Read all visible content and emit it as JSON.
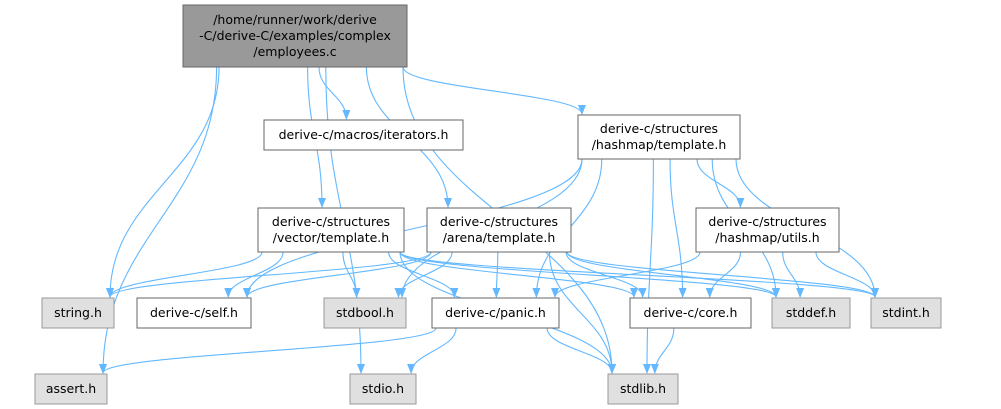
{
  "colors": {
    "edge": "#63b8ff",
    "root_fill": "#999999",
    "root_stroke": "#666666",
    "doc_fill": "#ffffff",
    "doc_stroke": "#666666",
    "sys_fill": "#e0e0e0",
    "sys_stroke": "#999999"
  },
  "nodes": [
    {
      "id": "employees",
      "kind": "root",
      "lines": [
        "/home/runner/work/derive",
        "-C/derive-C/examples/complex",
        "/employees.c"
      ]
    },
    {
      "id": "iterators",
      "kind": "doc",
      "lines": [
        "derive-c/macros/iterators.h"
      ]
    },
    {
      "id": "hashmap_template",
      "kind": "doc",
      "lines": [
        "derive-c/structures",
        "/hashmap/template.h"
      ]
    },
    {
      "id": "vector_template",
      "kind": "doc",
      "lines": [
        "derive-c/structures",
        "/vector/template.h"
      ]
    },
    {
      "id": "arena_template",
      "kind": "doc",
      "lines": [
        "derive-c/structures",
        "/arena/template.h"
      ]
    },
    {
      "id": "hashmap_utils",
      "kind": "doc",
      "lines": [
        "derive-c/structures",
        "/hashmap/utils.h"
      ]
    },
    {
      "id": "string_h",
      "kind": "sys",
      "lines": [
        "string.h"
      ]
    },
    {
      "id": "self_h",
      "kind": "doc",
      "lines": [
        "derive-c/self.h"
      ]
    },
    {
      "id": "stdbool_h",
      "kind": "sys",
      "lines": [
        "stdbool.h"
      ]
    },
    {
      "id": "panic_h",
      "kind": "doc",
      "lines": [
        "derive-c/panic.h"
      ]
    },
    {
      "id": "core_h",
      "kind": "doc",
      "lines": [
        "derive-c/core.h"
      ]
    },
    {
      "id": "stddef_h",
      "kind": "sys",
      "lines": [
        "stddef.h"
      ]
    },
    {
      "id": "stdint_h",
      "kind": "sys",
      "lines": [
        "stdint.h"
      ]
    },
    {
      "id": "assert_h",
      "kind": "sys",
      "lines": [
        "assert.h"
      ]
    },
    {
      "id": "stdio_h",
      "kind": "sys",
      "lines": [
        "stdio.h"
      ]
    },
    {
      "id": "stdlib_h",
      "kind": "sys",
      "lines": [
        "stdlib.h"
      ]
    }
  ],
  "edges": [
    [
      "employees",
      "iterators"
    ],
    [
      "employees",
      "hashmap_template"
    ],
    [
      "employees",
      "vector_template"
    ],
    [
      "employees",
      "arena_template"
    ],
    [
      "employees",
      "string_h"
    ],
    [
      "employees",
      "assert_h"
    ],
    [
      "employees",
      "stdio_h"
    ],
    [
      "employees",
      "stdlib_h"
    ],
    [
      "hashmap_template",
      "hashmap_utils"
    ],
    [
      "hashmap_template",
      "self_h"
    ],
    [
      "hashmap_template",
      "stdbool_h"
    ],
    [
      "hashmap_template",
      "panic_h"
    ],
    [
      "hashmap_template",
      "core_h"
    ],
    [
      "hashmap_template",
      "stddef_h"
    ],
    [
      "hashmap_template",
      "stdint_h"
    ],
    [
      "hashmap_template",
      "stdlib_h"
    ],
    [
      "vector_template",
      "string_h"
    ],
    [
      "vector_template",
      "self_h"
    ],
    [
      "vector_template",
      "stdbool_h"
    ],
    [
      "vector_template",
      "panic_h"
    ],
    [
      "vector_template",
      "core_h"
    ],
    [
      "vector_template",
      "stddef_h"
    ],
    [
      "vector_template",
      "stdint_h"
    ],
    [
      "vector_template",
      "stdlib_h"
    ],
    [
      "arena_template",
      "string_h"
    ],
    [
      "arena_template",
      "self_h"
    ],
    [
      "arena_template",
      "stdbool_h"
    ],
    [
      "arena_template",
      "panic_h"
    ],
    [
      "arena_template",
      "core_h"
    ],
    [
      "arena_template",
      "stddef_h"
    ],
    [
      "arena_template",
      "stdint_h"
    ],
    [
      "arena_template",
      "stdlib_h"
    ],
    [
      "hashmap_utils",
      "panic_h"
    ],
    [
      "hashmap_utils",
      "core_h"
    ],
    [
      "hashmap_utils",
      "stddef_h"
    ],
    [
      "hashmap_utils",
      "stdint_h"
    ],
    [
      "panic_h",
      "assert_h"
    ],
    [
      "panic_h",
      "stdio_h"
    ],
    [
      "panic_h",
      "stdlib_h"
    ],
    [
      "core_h",
      "stdlib_h"
    ]
  ]
}
